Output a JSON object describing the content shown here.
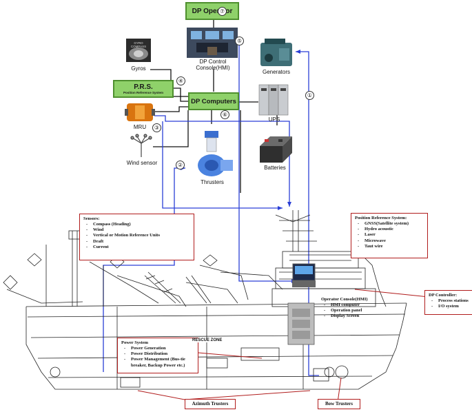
{
  "top_boxes": {
    "dp_operator": "DP Operator",
    "prs_title": "P.R.S.",
    "prs_subtitle": "Position Reference System",
    "dp_computers": "DP Computers"
  },
  "component_labels": {
    "gyros": "Gyros",
    "console": "DP Control Console(HMI)",
    "generators": "Generators",
    "mru": "MRU",
    "ups": "UPS",
    "wind_sensor": "Wind sensor",
    "thrusters": "Thrusters",
    "batteries": "Batteries",
    "gyro_compass_icon_text": "GYRO COMPASS"
  },
  "circled_numbers": {
    "n1": "①",
    "n2": "②",
    "n3": "③",
    "n4": "④",
    "n5": "⑤",
    "n6": "⑥",
    "n7": "⑦"
  },
  "sensors_box": {
    "title": "Sensors:",
    "items": [
      "Compass (Heading)",
      "Wind",
      "Vertical or Motion Reference Units",
      "Draft",
      "Current"
    ]
  },
  "prs_box": {
    "title": "Position Reference System:",
    "items": [
      "GNSS(Satellite system)",
      "Hydro acoustic",
      "Laser",
      "Microwave",
      "Taut wire"
    ]
  },
  "dp_controller_box": {
    "title": "DP Controller:",
    "items": [
      "Process stations",
      "I/O system"
    ]
  },
  "operator_console_box": {
    "title": "Operator Console(HMI)",
    "items": [
      "HMI computer",
      "Operation panel",
      "Display Screen"
    ]
  },
  "power_box": {
    "title": "Power System",
    "items": [
      "Power Generation",
      "Power Distribution",
      "Power Management (Bus-tie breaker, Backup Power etc.)"
    ]
  },
  "callouts": {
    "azimuth": "Azimuth Trusters",
    "bow": "Bow Trusters"
  },
  "ship_text": {
    "rescue_zone": "RESCUE ZONE"
  },
  "colors": {
    "green_fill": "#8fd16a",
    "blue_line": "#2a3fd6",
    "red_border": "#b01b1b"
  }
}
